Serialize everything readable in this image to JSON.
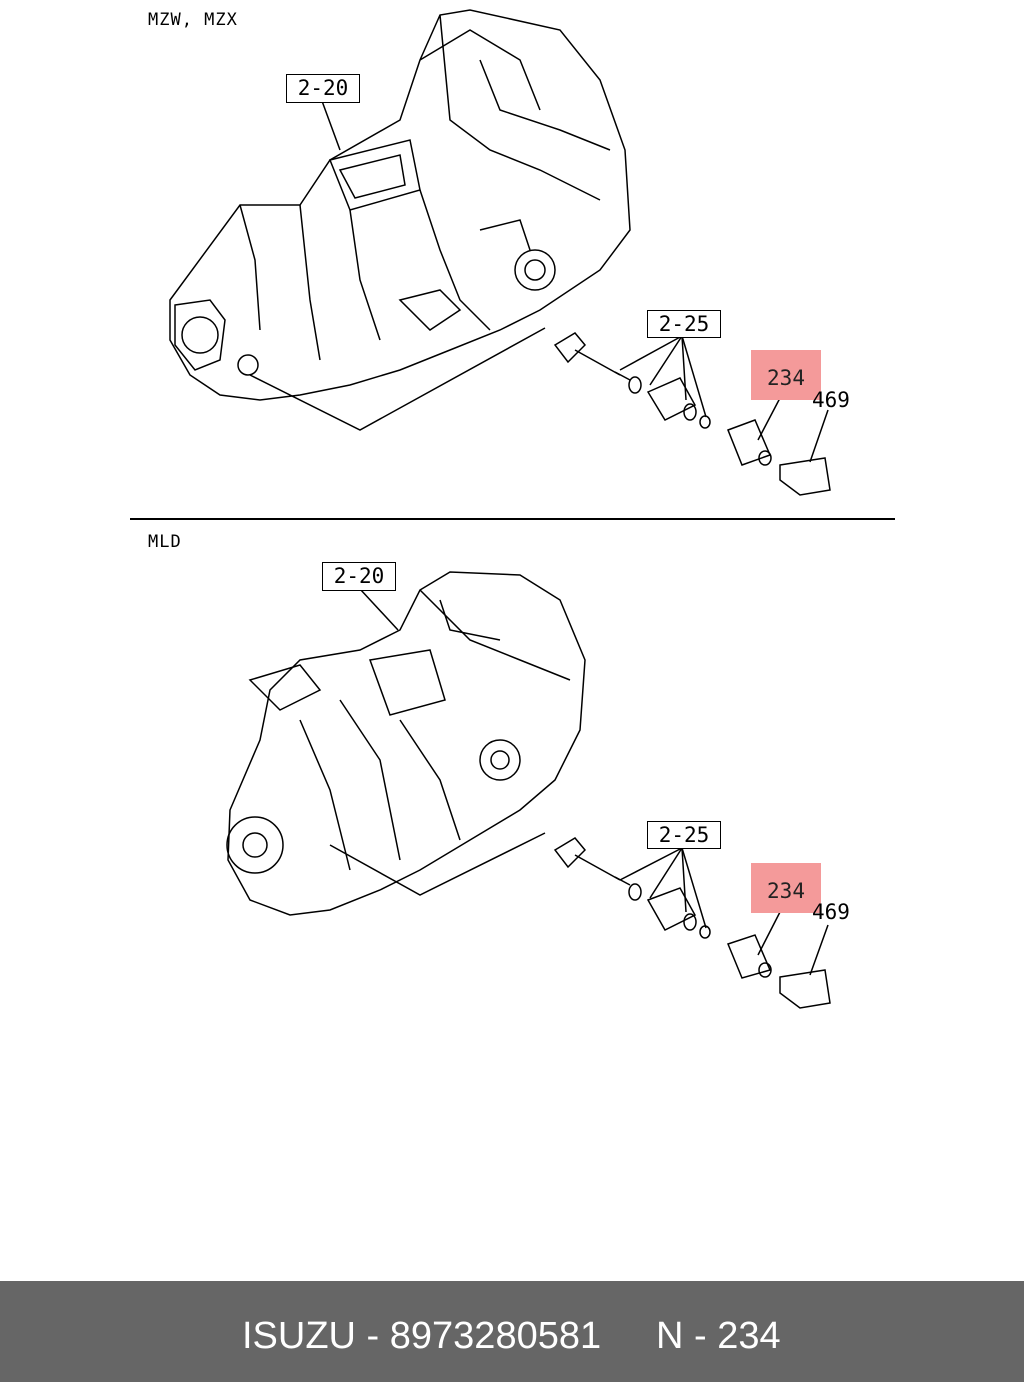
{
  "sections": [
    {
      "label": "MZW, MZX",
      "callouts": {
        "assembly": "2-20",
        "drive_group": "2-25",
        "highlight": "234",
        "part": "469"
      }
    },
    {
      "label": "MLD",
      "callouts": {
        "assembly": "2-20",
        "drive_group": "2-25",
        "highlight": "234",
        "part": "469"
      }
    }
  ],
  "footer": {
    "brand_part": "ISUZU - 8973280581",
    "ref": "N - 234"
  },
  "colors": {
    "highlight": "#f49a9a",
    "footer_bg": "#666666",
    "line": "#000000"
  }
}
